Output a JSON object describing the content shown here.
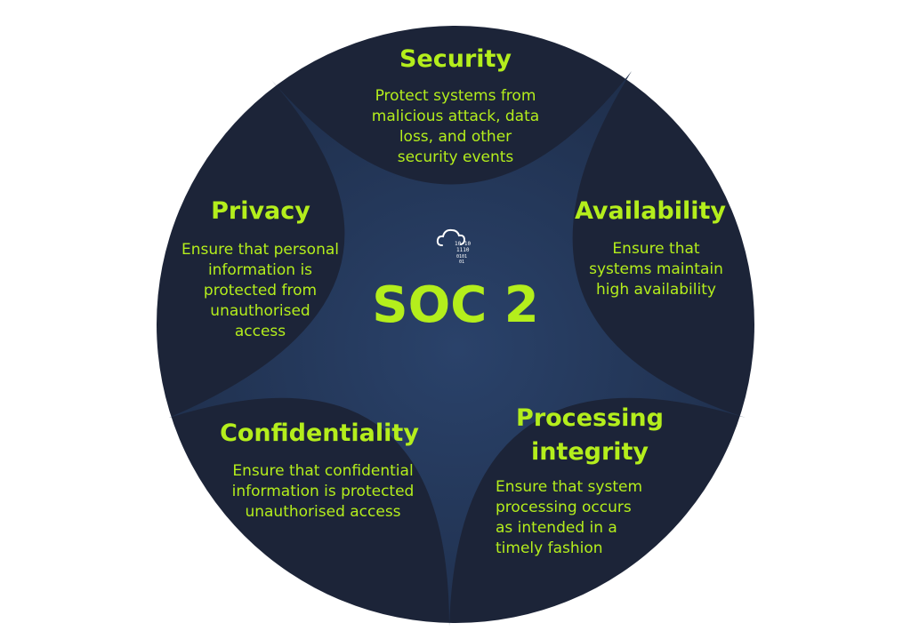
{
  "center": {
    "title": "SOC 2",
    "icon": "cloud-binary-icon",
    "icon_digits": [
      "10 10",
      "1110",
      "0101",
      "01"
    ]
  },
  "colors": {
    "background": "#ffffff",
    "circle_outer": "#1c2438",
    "star_center": "#24385a",
    "accent_text": "#b4ee1c",
    "icon_stroke": "#ffffff"
  },
  "sections": [
    {
      "id": "security",
      "title": "Security",
      "description": "Protect systems from\nmalicious attack, data\nloss, and other\nsecurity events"
    },
    {
      "id": "availability",
      "title": "Availability",
      "description": "Ensure that\nsystems maintain\nhigh availability"
    },
    {
      "id": "processing-integrity",
      "title": "Processing\nintegrity",
      "description": "Ensure that system\nprocessing occurs\nas intended in a\ntimely fashion"
    },
    {
      "id": "confidentiality",
      "title": "Confidentiality",
      "description": "Ensure that confidential\ninformation is protected\nunauthorised access"
    },
    {
      "id": "privacy",
      "title": "Privacy",
      "description": "Ensure that personal\ninformation is\nprotected from\nunauthorised\naccess"
    }
  ]
}
